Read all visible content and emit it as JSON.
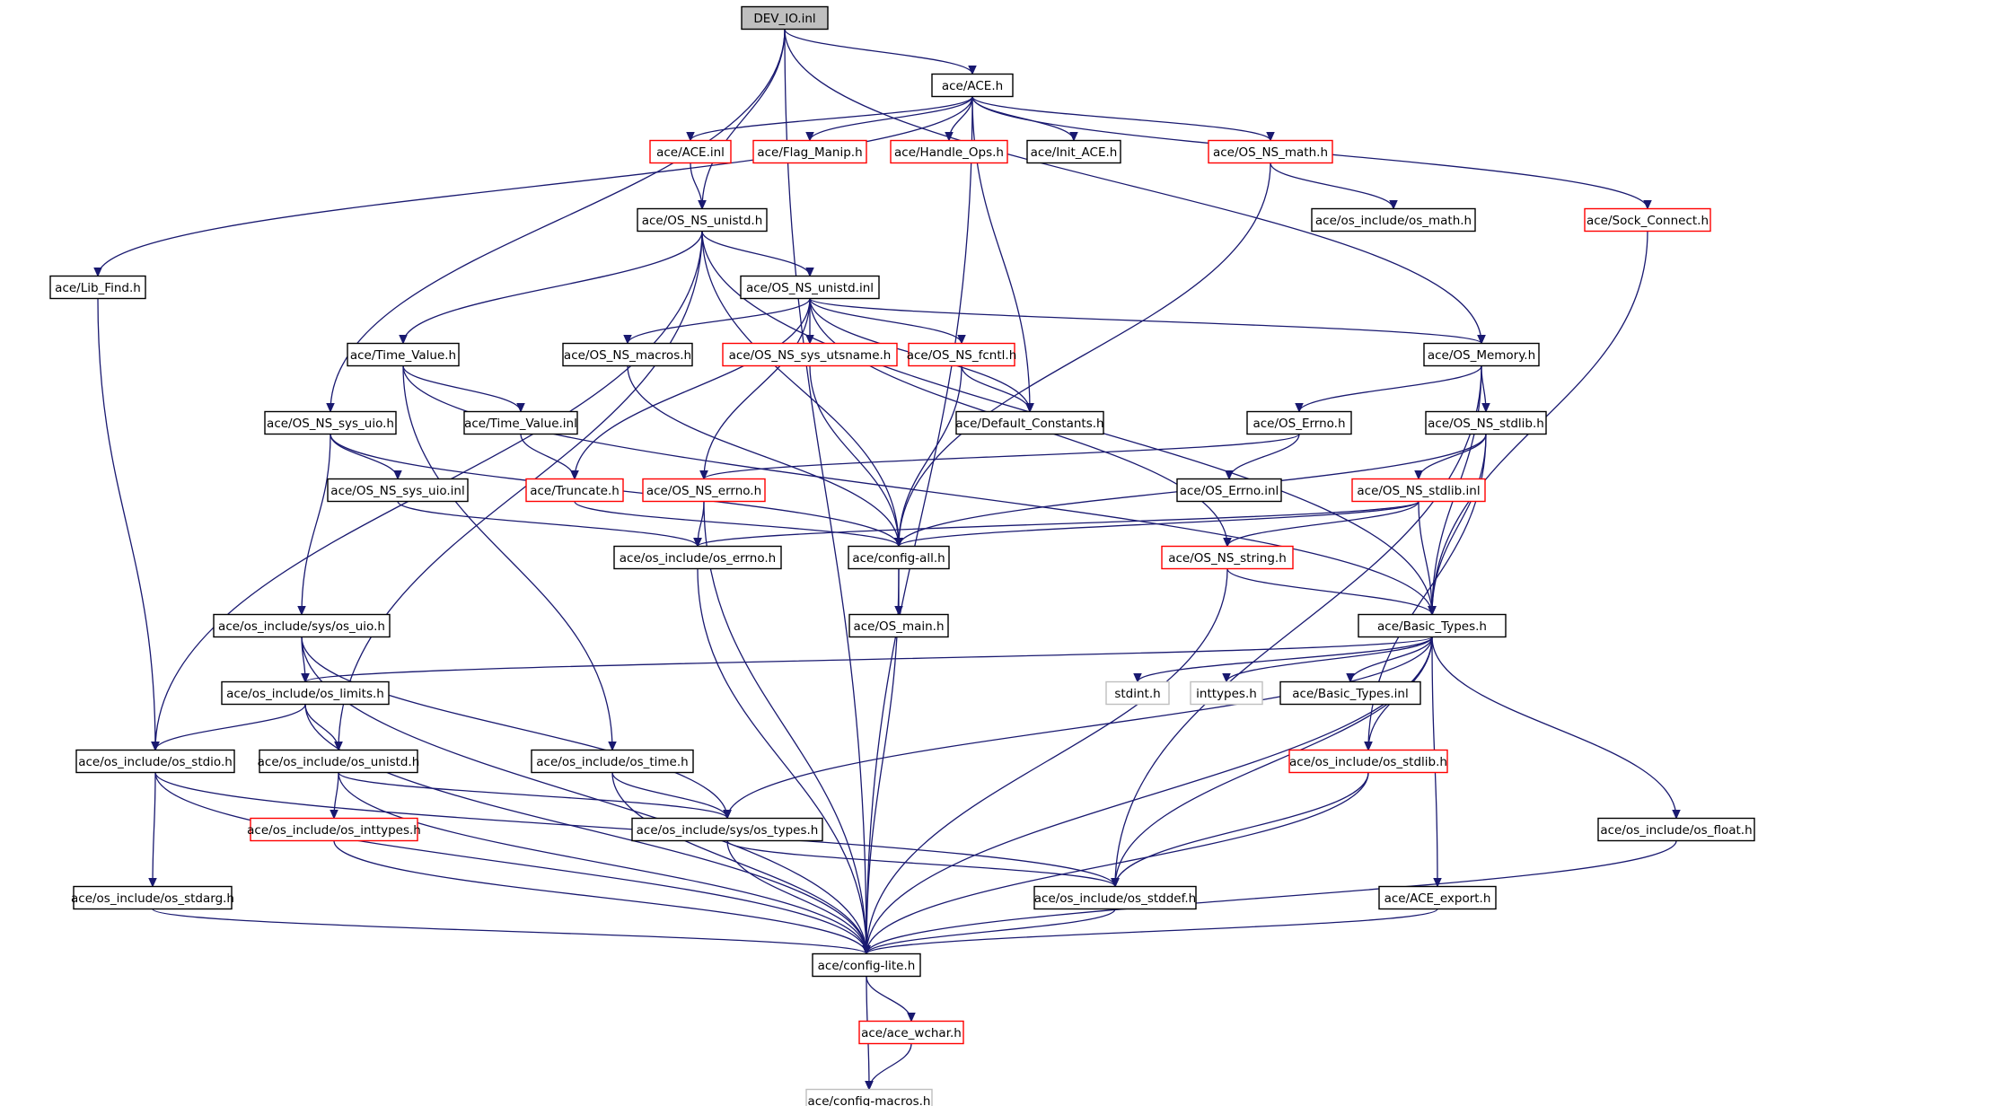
{
  "graph": {
    "title": "DEV_IO.inl",
    "colors": {
      "root_fill": "#bfbfbf",
      "normal": "#000000",
      "truncated": "#ff0000",
      "missing": "#bfbfbf",
      "edge": "#191970"
    },
    "nodes": [
      {
        "id": "root",
        "label": "DEV_IO.inl",
        "style": "root"
      },
      {
        "id": "ace_h",
        "label": "ace/ACE.h",
        "style": "normal"
      },
      {
        "id": "ace_inl",
        "label": "ace/ACE.inl",
        "style": "truncated"
      },
      {
        "id": "flag_manip",
        "label": "ace/Flag_Manip.h",
        "style": "truncated"
      },
      {
        "id": "handle_ops",
        "label": "ace/Handle_Ops.h",
        "style": "truncated"
      },
      {
        "id": "init_ace",
        "label": "ace/Init_ACE.h",
        "style": "normal"
      },
      {
        "id": "os_ns_math",
        "label": "ace/OS_NS_math.h",
        "style": "truncated"
      },
      {
        "id": "os_unistd_h",
        "label": "ace/OS_NS_unistd.h",
        "style": "normal"
      },
      {
        "id": "os_math_inc",
        "label": "ace/os_include/os_math.h",
        "style": "normal"
      },
      {
        "id": "sock_connect",
        "label": "ace/Sock_Connect.h",
        "style": "truncated"
      },
      {
        "id": "lib_find",
        "label": "ace/Lib_Find.h",
        "style": "normal"
      },
      {
        "id": "os_unistd_inl",
        "label": "ace/OS_NS_unistd.inl",
        "style": "normal"
      },
      {
        "id": "time_value",
        "label": "ace/Time_Value.h",
        "style": "normal"
      },
      {
        "id": "os_macros",
        "label": "ace/OS_NS_macros.h",
        "style": "normal"
      },
      {
        "id": "utsname",
        "label": "ace/OS_NS_sys_utsname.h",
        "style": "truncated"
      },
      {
        "id": "fcntl",
        "label": "ace/OS_NS_fcntl.h",
        "style": "truncated"
      },
      {
        "id": "os_memory",
        "label": "ace/OS_Memory.h",
        "style": "normal"
      },
      {
        "id": "sys_uio",
        "label": "ace/OS_NS_sys_uio.h",
        "style": "normal"
      },
      {
        "id": "time_value_inl",
        "label": "ace/Time_Value.inl",
        "style": "normal"
      },
      {
        "id": "default_const",
        "label": "ace/Default_Constants.h",
        "style": "normal"
      },
      {
        "id": "os_errno_h",
        "label": "ace/OS_Errno.h",
        "style": "normal"
      },
      {
        "id": "os_stdlib_h",
        "label": "ace/OS_NS_stdlib.h",
        "style": "normal"
      },
      {
        "id": "sys_uio_inl",
        "label": "ace/OS_NS_sys_uio.inl",
        "style": "normal"
      },
      {
        "id": "truncate",
        "label": "ace/Truncate.h",
        "style": "truncated"
      },
      {
        "id": "ns_errno",
        "label": "ace/OS_NS_errno.h",
        "style": "truncated"
      },
      {
        "id": "os_errno_inl",
        "label": "ace/OS_Errno.inl",
        "style": "normal"
      },
      {
        "id": "stdlib_inl",
        "label": "ace/OS_NS_stdlib.inl",
        "style": "truncated"
      },
      {
        "id": "inc_errno",
        "label": "ace/os_include/os_errno.h",
        "style": "normal"
      },
      {
        "id": "config_all",
        "label": "ace/config-all.h",
        "style": "normal"
      },
      {
        "id": "ns_string",
        "label": "ace/OS_NS_string.h",
        "style": "truncated"
      },
      {
        "id": "os_main",
        "label": "ace/OS_main.h",
        "style": "normal"
      },
      {
        "id": "inc_sys_uio",
        "label": "ace/os_include/sys/os_uio.h",
        "style": "normal"
      },
      {
        "id": "basic_types",
        "label": "ace/Basic_Types.h",
        "style": "normal"
      },
      {
        "id": "inc_limits",
        "label": "ace/os_include/os_limits.h",
        "style": "normal"
      },
      {
        "id": "stdint",
        "label": "stdint.h",
        "style": "missing"
      },
      {
        "id": "inttypes",
        "label": "inttypes.h",
        "style": "missing"
      },
      {
        "id": "basic_types_inl",
        "label": "ace/Basic_Types.inl",
        "style": "normal"
      },
      {
        "id": "inc_stdio",
        "label": "ace/os_include/os_stdio.h",
        "style": "normal"
      },
      {
        "id": "inc_unistd",
        "label": "ace/os_include/os_unistd.h",
        "style": "normal"
      },
      {
        "id": "inc_time",
        "label": "ace/os_include/os_time.h",
        "style": "normal"
      },
      {
        "id": "inc_stdlib",
        "label": "ace/os_include/os_stdlib.h",
        "style": "truncated"
      },
      {
        "id": "inc_inttypes",
        "label": "ace/os_include/os_inttypes.h",
        "style": "truncated"
      },
      {
        "id": "inc_sys_types",
        "label": "ace/os_include/sys/os_types.h",
        "style": "normal"
      },
      {
        "id": "inc_float",
        "label": "ace/os_include/os_float.h",
        "style": "normal"
      },
      {
        "id": "inc_stdarg",
        "label": "ace/os_include/os_stdarg.h",
        "style": "normal"
      },
      {
        "id": "inc_stddef",
        "label": "ace/os_include/os_stddef.h",
        "style": "normal"
      },
      {
        "id": "ace_export",
        "label": "ace/ACE_export.h",
        "style": "normal"
      },
      {
        "id": "config_lite",
        "label": "ace/config-lite.h",
        "style": "normal"
      },
      {
        "id": "ace_wchar",
        "label": "ace/ace_wchar.h",
        "style": "truncated"
      },
      {
        "id": "config_macros",
        "label": "ace/config-macros.h",
        "style": "missing"
      }
    ],
    "edges": [
      [
        "root",
        "ace_h"
      ],
      [
        "root",
        "os_unistd_h"
      ],
      [
        "root",
        "sys_uio"
      ],
      [
        "root",
        "os_memory"
      ],
      [
        "root",
        "config_lite"
      ],
      [
        "ace_h",
        "ace_inl"
      ],
      [
        "ace_h",
        "flag_manip"
      ],
      [
        "ace_h",
        "handle_ops"
      ],
      [
        "ace_h",
        "init_ace"
      ],
      [
        "ace_h",
        "os_ns_math"
      ],
      [
        "ace_h",
        "sock_connect"
      ],
      [
        "ace_h",
        "lib_find"
      ],
      [
        "ace_h",
        "default_const"
      ],
      [
        "ace_h",
        "config_lite"
      ],
      [
        "ace_inl",
        "os_unistd_h"
      ],
      [
        "os_ns_math",
        "os_math_inc"
      ],
      [
        "os_ns_math",
        "config_all"
      ],
      [
        "sock_connect",
        "basic_types"
      ],
      [
        "lib_find",
        "inc_stdio"
      ],
      [
        "os_unistd_h",
        "os_unistd_inl"
      ],
      [
        "os_unistd_h",
        "time_value"
      ],
      [
        "os_unistd_h",
        "config_all"
      ],
      [
        "os_unistd_h",
        "basic_types"
      ],
      [
        "os_unistd_h",
        "inc_stdio"
      ],
      [
        "os_unistd_h",
        "inc_unistd"
      ],
      [
        "os_unistd_inl",
        "os_macros"
      ],
      [
        "os_unistd_inl",
        "utsname"
      ],
      [
        "os_unistd_inl",
        "fcntl"
      ],
      [
        "os_unistd_inl",
        "os_memory"
      ],
      [
        "os_unistd_inl",
        "default_const"
      ],
      [
        "os_unistd_inl",
        "truncate"
      ],
      [
        "os_unistd_inl",
        "ns_errno"
      ],
      [
        "os_unistd_inl",
        "ns_string"
      ],
      [
        "time_value",
        "time_value_inl"
      ],
      [
        "time_value",
        "basic_types"
      ],
      [
        "time_value",
        "inc_time"
      ],
      [
        "time_value_inl",
        "truncate"
      ],
      [
        "os_macros",
        "config_all"
      ],
      [
        "utsname",
        "config_all"
      ],
      [
        "fcntl",
        "default_const"
      ],
      [
        "fcntl",
        "config_all"
      ],
      [
        "os_memory",
        "os_errno_h"
      ],
      [
        "os_memory",
        "os_stdlib_h"
      ],
      [
        "os_memory",
        "basic_types"
      ],
      [
        "os_memory",
        "inc_stddef"
      ],
      [
        "sys_uio",
        "sys_uio_inl"
      ],
      [
        "sys_uio",
        "inc_sys_uio"
      ],
      [
        "sys_uio",
        "config_all"
      ],
      [
        "sys_uio_inl",
        "inc_errno"
      ],
      [
        "os_errno_h",
        "os_errno_inl"
      ],
      [
        "os_errno_h",
        "ns_errno"
      ],
      [
        "os_stdlib_h",
        "stdlib_inl"
      ],
      [
        "os_stdlib_h",
        "config_all"
      ],
      [
        "os_stdlib_h",
        "basic_types"
      ],
      [
        "os_stdlib_h",
        "inc_stdlib"
      ],
      [
        "stdlib_inl",
        "ns_string"
      ],
      [
        "stdlib_inl",
        "config_all"
      ],
      [
        "stdlib_inl",
        "inc_errno"
      ],
      [
        "stdlib_inl",
        "basic_types"
      ],
      [
        "truncate",
        "config_all"
      ],
      [
        "ns_errno",
        "inc_errno"
      ],
      [
        "ns_errno",
        "config_lite"
      ],
      [
        "inc_errno",
        "config_lite"
      ],
      [
        "config_all",
        "os_main"
      ],
      [
        "config_all",
        "config_lite"
      ],
      [
        "ns_string",
        "basic_types"
      ],
      [
        "ns_string",
        "config_lite"
      ],
      [
        "inc_sys_uio",
        "inc_limits"
      ],
      [
        "inc_sys_uio",
        "inc_sys_types"
      ],
      [
        "inc_sys_uio",
        "config_lite"
      ],
      [
        "basic_types",
        "stdint"
      ],
      [
        "basic_types",
        "inttypes"
      ],
      [
        "basic_types",
        "basic_types_inl"
      ],
      [
        "basic_types",
        "inc_limits"
      ],
      [
        "basic_types",
        "inc_stdlib"
      ],
      [
        "basic_types",
        "inc_float"
      ],
      [
        "basic_types",
        "ace_export"
      ],
      [
        "basic_types",
        "inc_stddef"
      ],
      [
        "basic_types",
        "inc_sys_types"
      ],
      [
        "basic_types",
        "config_lite"
      ],
      [
        "inc_limits",
        "inc_stdio"
      ],
      [
        "inc_limits",
        "inc_unistd"
      ],
      [
        "inc_limits",
        "config_lite"
      ],
      [
        "inc_stdio",
        "inc_stdarg"
      ],
      [
        "inc_stdio",
        "inc_stddef"
      ],
      [
        "inc_stdio",
        "config_lite"
      ],
      [
        "inc_unistd",
        "inc_inttypes"
      ],
      [
        "inc_unistd",
        "inc_sys_types"
      ],
      [
        "inc_unistd",
        "config_lite"
      ],
      [
        "inc_time",
        "inc_sys_types"
      ],
      [
        "inc_time",
        "config_lite"
      ],
      [
        "inc_inttypes",
        "config_lite"
      ],
      [
        "inc_sys_types",
        "inc_stddef"
      ],
      [
        "inc_sys_types",
        "config_lite"
      ],
      [
        "inc_stdlib",
        "inc_stddef"
      ],
      [
        "inc_stdlib",
        "config_lite"
      ],
      [
        "inc_float",
        "config_lite"
      ],
      [
        "inc_stdarg",
        "config_lite"
      ],
      [
        "inc_stddef",
        "config_lite"
      ],
      [
        "ace_export",
        "config_lite"
      ],
      [
        "config_lite",
        "ace_wchar"
      ],
      [
        "config_lite",
        "config_macros"
      ],
      [
        "ace_wchar",
        "config_macros"
      ]
    ]
  }
}
